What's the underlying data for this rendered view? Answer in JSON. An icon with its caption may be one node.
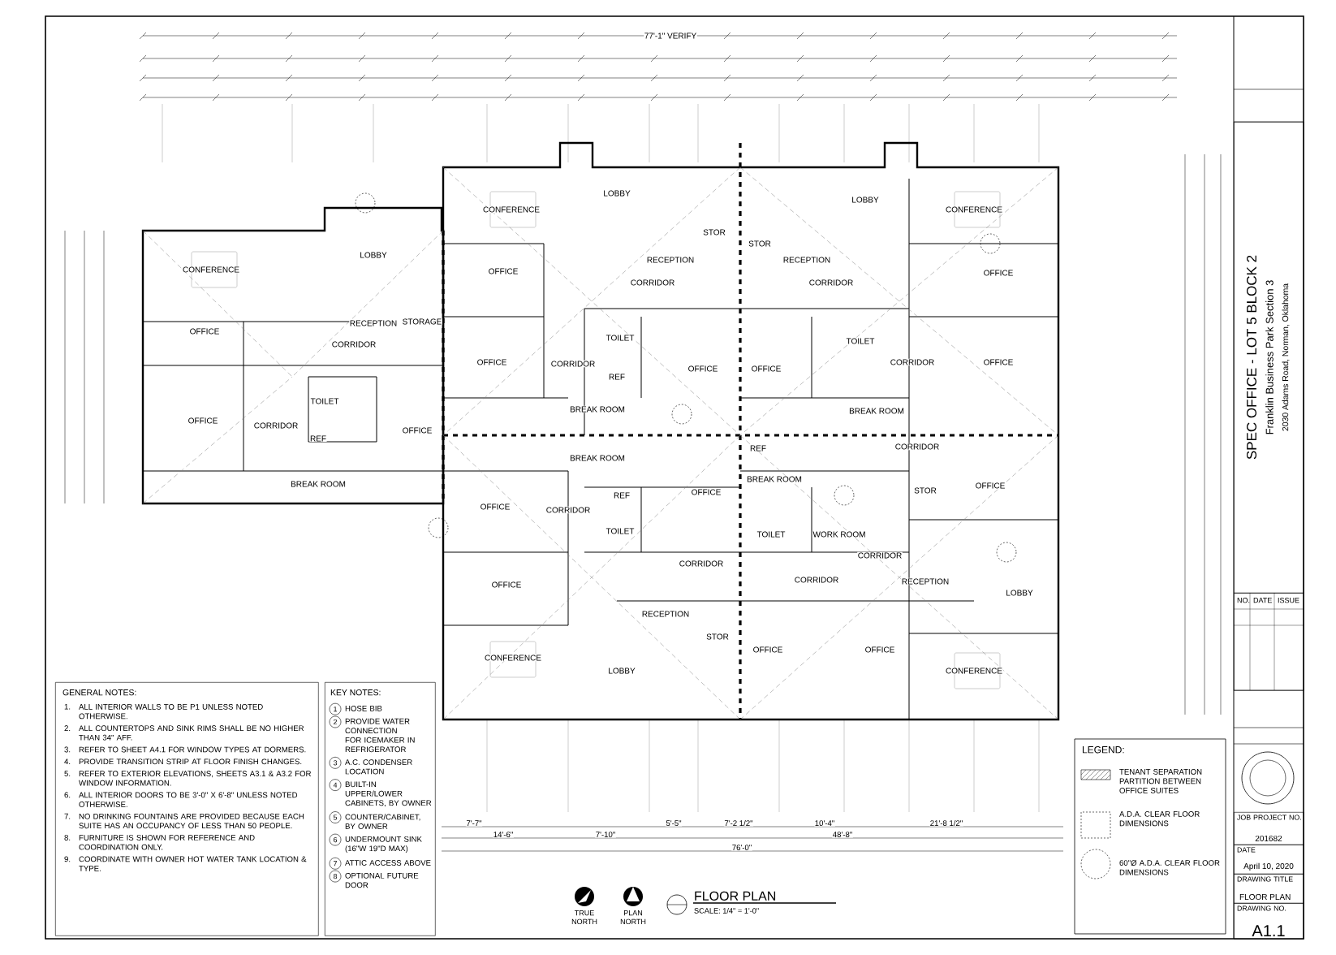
{
  "diagram": {
    "nodes": [
      {
        "text": [
          "GENERAL NOTES:",
          "1.",
          "ALL INTERIOR WALLS TO BE P1 UNLESS NOTED OTHERWISE.",
          "2.",
          "ALL COUNTERTOPS AND SINK RIMS SHALL BE NO HIGHER THAN 34\" AFF.",
          "3.",
          "REFER TO SHEET A4.1 FOR WINDOW TYPES AT DORMERS.",
          "4.",
          "PROVIDE TRANSITION STRIP AT FLOOR FINISH CHANGES.",
          "5.",
          "REFER TO EXTERIOR ELEVATIONS, SHEETS A3.1 & A3.2 FOR WINDOW INFORMATION.",
          "6.",
          "ALL INTERIOR DOORS TO BE 3'-0\" X 6'-8\" UNLESS NOTED OTHERWISE.",
          "7.",
          "NO DRINKING FOUNTAINS ARE PROVIDED BECAUSE EACH SUITE HAS AN OCCUPANCY OF LESS THAN 50 PEOPLE.",
          "8.",
          "FURNITURE IS SHOWN FOR REFERENCE AND COORDINATION ONLY.",
          "9.",
          "COORDINATE WITH OWNER HOT WATER TANK LOCATION & TYPE."
        ]
      },
      {
        "text": [
          "KEY NOTES:",
          "1",
          "HOSE BIB",
          "2",
          "PROVIDE WATER CONNECTION FOR ICEMAKER IN REFRIGERATOR",
          "3",
          "A.C. CONDENSER LOCATION",
          "4",
          "BUILT-IN UPPER/LOWER CABINETS, BY OWNER",
          "5",
          "COUNTER/CABINET, BY OWNER",
          "6",
          "UNDERMOUNT SINK (16\"W 19\"D MAX)",
          "7",
          "ATTIC ACCESS ABOVE",
          "8",
          "OPTIONAL FUTURE DOOR"
        ]
      },
      {
        "text": [
          "SPEC OFFICE - LOT 5 BLOCK 2",
          "Franklin Business Park Section 3",
          "2030 Adams Road, Norman, Oklahoma"
        ]
      },
      {
        "text": [
          "NO.",
          "DATE",
          "ISSUE"
        ]
      },
      {
        "text": [
          "JOB PROJECT NO.",
          "201682"
        ]
      },
      {
        "text": [
          "DATE",
          "April 10, 2020"
        ]
      },
      {
        "text": [
          "DRAWING TITLE",
          "FLOOR PLAN"
        ]
      },
      {
        "text": [
          "DRAWING NO.",
          "A1.1"
        ]
      }
    ],
    "labels": [
      "CONFERENCE",
      "LOBBY",
      "RECEPTION",
      "STORAGE",
      "OFFICE",
      "CORRIDOR",
      "TOILET",
      "OFFICE",
      "CORRIDOR",
      "REF",
      "OFFICE",
      "BREAK ROOM",
      "CONFERENCE",
      "OFFICE",
      "OFFICE",
      "CORRIDOR",
      "LOBBY",
      "STOR",
      "RECEPTION",
      "CORRIDOR",
      "STOR",
      "RECEPTION",
      "CORRIDOR",
      "LOBBY",
      "CONFERENCE",
      "OFFICE",
      "TOILET",
      "OFFICE",
      "OFFICE",
      "TOILET",
      "CORRIDOR",
      "OFFICE",
      "BREAK ROOM",
      "REF",
      "BREAK ROOM",
      "CORRIDOR",
      "OFFICE",
      "STOR",
      "OFFICE",
      "TOILET",
      "TOILET",
      "WORK ROOM",
      "CORRIDOR",
      "CORRIDOR",
      "CORRIDOR",
      "RECEPTION",
      "LOBBY",
      "RECEPTION",
      "STOR",
      "OFFICE",
      "OFFICE",
      "LOBBY",
      "CONFERENCE",
      "REF",
      "BREAK ROOM",
      "BREAK ROOM",
      "OFFICE",
      "CORRIDOR",
      "REF",
      "OFFICE",
      "CONFERENCE",
      "77'-1\" VERIFY",
      "7'-7\"",
      "14'-6\"",
      "7'-10\"",
      "5'-5\"",
      "7'-2 1/2\"",
      "10'-4\"",
      "21'-8 1/2\"",
      "48'-8\"",
      "76'-0\"",
      "TRUE NORTH",
      "PLAN NORTH",
      "FLOOR PLAN",
      "SCALE: 1/4\" = 1'-0\"",
      "LEGEND:"
    ],
    "legend": [
      {
        "text": "TENANT SEPARATION PARTITION BETWEEN OFFICE SUITES"
      },
      {
        "text": "A.D.A. CLEAR FLOOR DIMENSIONS"
      },
      {
        "text": "60\"Ø A.D.A. CLEAR FLOOR DIMENSIONS"
      }
    ]
  }
}
